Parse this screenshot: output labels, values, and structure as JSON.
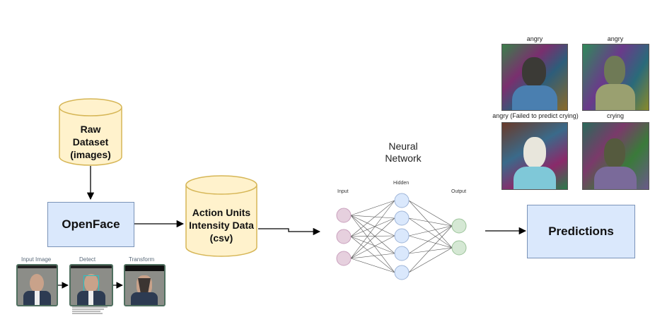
{
  "raw_dataset": {
    "lines": [
      "Raw",
      "Dataset",
      "(images)"
    ]
  },
  "openface": {
    "label": "OpenFace"
  },
  "action_units": {
    "lines": [
      "Action Units",
      "Intensity Data",
      "(csv)"
    ]
  },
  "neural_network": {
    "title_lines": [
      "Neural",
      "Network"
    ],
    "input_label": "Input",
    "hidden_label": "Hidden",
    "output_label": "Output"
  },
  "predictions": {
    "label": "Predictions"
  },
  "openface_pipeline": {
    "steps": [
      "Input Image",
      "Detect",
      "Transform"
    ]
  },
  "prediction_images": [
    {
      "caption": "angry"
    },
    {
      "caption": "angry"
    },
    {
      "caption": "angry (Failed to predict crying)"
    },
    {
      "caption": "crying"
    }
  ],
  "colors": {
    "cylinder_fill": "#fff2cc",
    "cylinder_stroke": "#d6b656",
    "box_fill": "#dae8fc",
    "box_stroke": "#6c8ebf",
    "nn_input": "#e6d0de",
    "nn_hidden": "#dae8fc",
    "nn_output": "#d5e8d4"
  }
}
